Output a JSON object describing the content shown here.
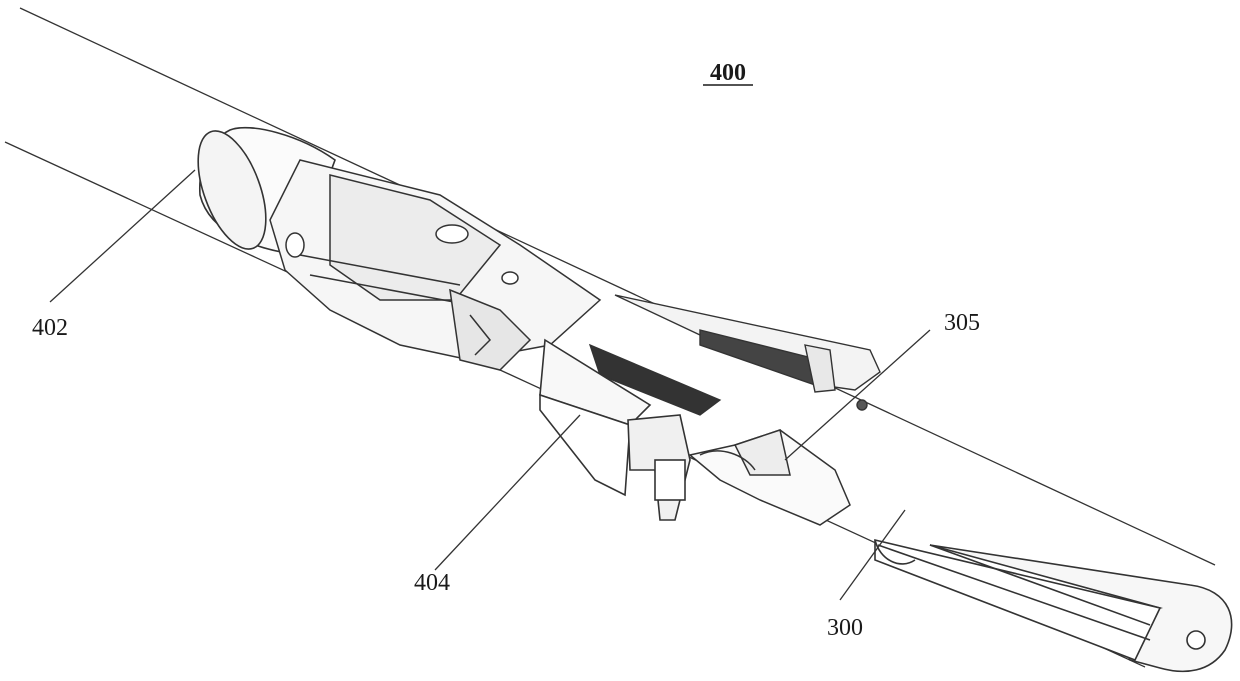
{
  "figure": {
    "title": "400",
    "labels": {
      "shaft": "402",
      "clip": "404",
      "tip": "305",
      "body": "300"
    }
  }
}
